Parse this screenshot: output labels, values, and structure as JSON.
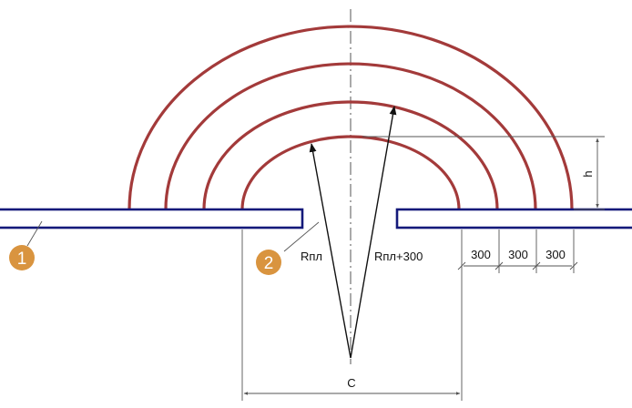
{
  "callouts": {
    "first": "1",
    "second": "2"
  },
  "labels": {
    "radius": "Rпл",
    "radius_plus": "Rпл+300",
    "height": "h",
    "chord": "C",
    "step_1": "300",
    "step_2": "300",
    "step_3": "300"
  },
  "colors": {
    "arc": "#a33a3a",
    "beam": "#14197a",
    "badge": "#d9943f"
  }
}
